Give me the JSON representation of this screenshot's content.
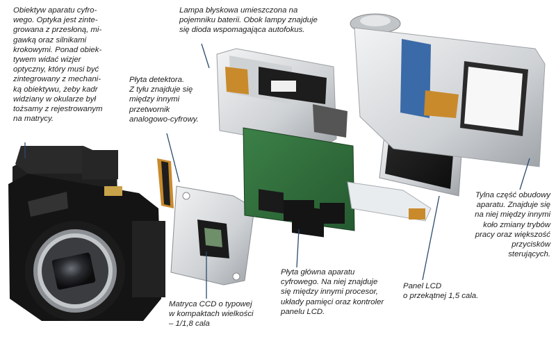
{
  "callouts": {
    "obiektyw": {
      "lines": [
        "Obiektyw aparatu cyfro-",
        "wego. Optyka jest zinte-",
        "growana z przesłoną, mi-",
        "gawką oraz silnikami",
        "krokowymi. Ponad obiek-",
        "tywem widać wizjer",
        "optyczny, który musi być",
        "zintegrowany z mechani-",
        "ką obiektywu, żeby kadr",
        "widziany w okularze był",
        "tożsamy z rejestrowanym",
        "na matrycy."
      ]
    },
    "lampa": {
      "lines": [
        "Lampa błyskowa umieszczona na",
        "pojemniku baterii. Obok lampy znajduje",
        "się dioda wspomagająca autofokus."
      ]
    },
    "plyta_detektora": {
      "lines": [
        "Płyta detektora.",
        "Z tyłu znajduje się",
        "między innymi",
        "przetwornik",
        "analogowo-cyfrowy."
      ]
    },
    "matryca": {
      "lines": [
        "Matryca CCD o typowej",
        "w kompaktach wielkości",
        "– 1/1,8 cala"
      ]
    },
    "plyta_glowna": {
      "lines": [
        "Płyta główna aparatu",
        "cyfrowego. Na niej znajduje",
        "się między innymi procesor,",
        "układy pamięci oraz kontroler",
        "panelu LCD."
      ]
    },
    "panel_lcd": {
      "lines": [
        "Panel LCD",
        "o przekątnej 1,5 cala."
      ]
    },
    "tylna_czesc": {
      "lines": [
        "Tylna część obudowy",
        "aparatu. Znajduje się",
        "na niej między innymi",
        "koło zmiany trybów",
        "pracy oraz większość",
        "przycisków",
        "sterujących."
      ]
    }
  },
  "colors": {
    "leader_line": "#2b4a6e",
    "pcb_green": "#2f6b3a",
    "lens_black": "#161616",
    "housing_silver": "#d7d9db",
    "lcd_screen": "#1b1b1b",
    "flex_cable": "#c98a2c"
  }
}
